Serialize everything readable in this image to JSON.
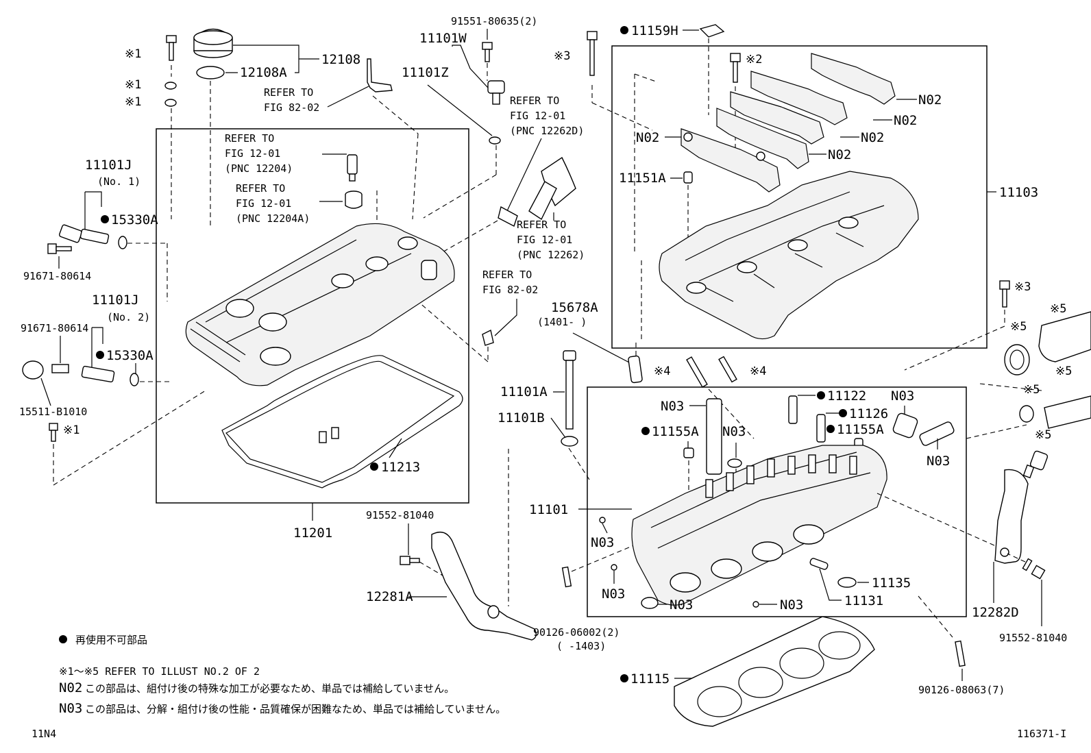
{
  "legend": {
    "dot_note": "再使用不可部品",
    "ref_note": "※1～※5 REFER TO ILLUST NO.2 OF 2",
    "n02_code": "N02",
    "n02_text": "この部品は、組付け後の特殊な加工が必要なため、単品では補給していません。",
    "n03_code": "N03",
    "n03_text": "この部品は、分解・組付け後の性能・品質確保が困難なため、単品では補給していません。"
  },
  "footer": {
    "left_code": "11N4",
    "right_code": "116371-I"
  },
  "parts": {
    "p12108": "12108",
    "p12108A": "12108A",
    "p11101W": "11101W",
    "p11101Z": "11101Z",
    "p91551": "91551-80635(2)",
    "ref_82_02_a1": "REFER TO",
    "ref_82_02_a2": "FIG 82-02",
    "ref_12204_1": "REFER TO",
    "ref_12204_2": "FIG 12-01",
    "ref_12204_3": "(PNC 12204)",
    "ref_12204A_1": "REFER TO",
    "ref_12204A_2": "FIG 12-01",
    "ref_12204A_3": "(PNC 12204A)",
    "ref_12262D_1": "REFER TO",
    "ref_12262D_2": "FIG 12-01",
    "ref_12262D_3": "(PNC 12262D)",
    "ref_12262_1": "REFER TO",
    "ref_12262_2": "FIG 12-01",
    "ref_12262_3": "(PNC 12262)",
    "ref_82_02_b1": "REFER TO",
    "ref_82_02_b2": "FIG 82-02",
    "p11101J_1": "11101J",
    "no1": "(No. 1)",
    "p15330A_1": "15330A",
    "p91671_a": "91671-80614",
    "p11101J_2": "11101J",
    "no2": "(No. 2)",
    "p91671_b": "91671-80614",
    "p15330A_2": "15330A",
    "p15511": "15511-B1010",
    "p11213": "11213",
    "p11201": "11201",
    "p91552_a": "91552-81040",
    "p12281A": "12281A",
    "p90126_a": "90126-06002(2)",
    "p90126_a_range": "(      -1403)",
    "p11159H": "11159H",
    "p11151A": "11151A",
    "n02_a": "N02",
    "n02_b": "N02",
    "n02_c": "N02",
    "n02_d": "N02",
    "n02_e": "N02",
    "p11103": "11103",
    "p15678A": "15678A",
    "p15678A_range": "(1401-     )",
    "p11101A": "11101A",
    "p11101B": "11101B",
    "p11101": "11101",
    "n03_a": "N03",
    "n03_b": "N03",
    "n03_c": "N03",
    "n03_d": "N03",
    "n03_e": "N03",
    "n03_f": "N03",
    "n03_g": "N03",
    "p11155A_a": "11155A",
    "p11155A_b": "11155A",
    "p11122": "11122",
    "p11126": "11126",
    "p11135": "11135",
    "p11131": "11131",
    "p11115": "11115",
    "p90126_b": "90126-08063(7)",
    "p12282D": "12282D",
    "p91552_b": "91552-81040",
    "m1_a": "※1",
    "m1_b": "※1",
    "m1_c": "※1",
    "m1_d": "※1",
    "m2": "※2",
    "m3_a": "※3",
    "m3_b": "※3",
    "m4_a": "※4",
    "m4_b": "※4",
    "m5_a": "※5",
    "m5_b": "※5",
    "m5_c": "※5",
    "m5_d": "※5",
    "m5_e": "※5"
  }
}
